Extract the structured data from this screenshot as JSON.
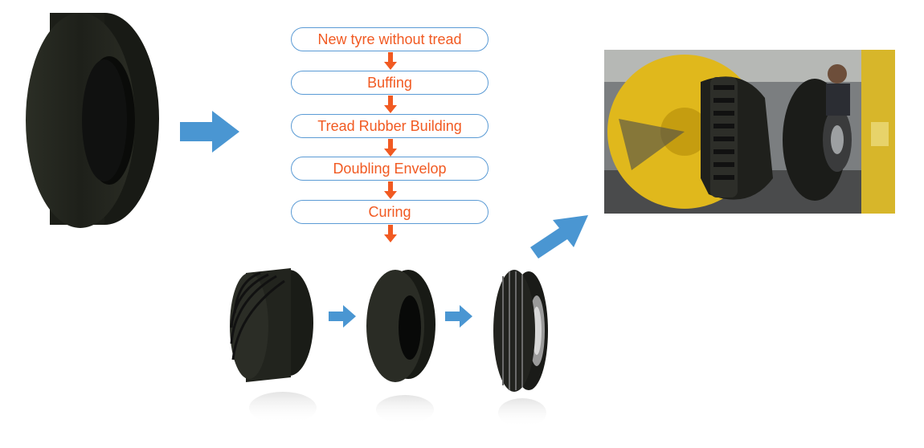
{
  "flow": {
    "steps": [
      {
        "label": "New tyre without tread"
      },
      {
        "label": "Buffing"
      },
      {
        "label": "Tread Rubber Building"
      },
      {
        "label": "Doubling Envelop"
      },
      {
        "label": "Curing"
      }
    ]
  },
  "colors": {
    "step_text": "#f15a22",
    "step_border": "#5b9bd5",
    "connector_arrow": "#f15a22",
    "big_arrow": "#4a96d2",
    "tyre": "#20221c"
  },
  "icons": [
    "smooth-tyre-icon",
    "tread-band-icon",
    "casing-icon",
    "treaded-tyre-icon",
    "machine-photo-icon",
    "arrow-right-icon",
    "arrow-down-icon"
  ]
}
